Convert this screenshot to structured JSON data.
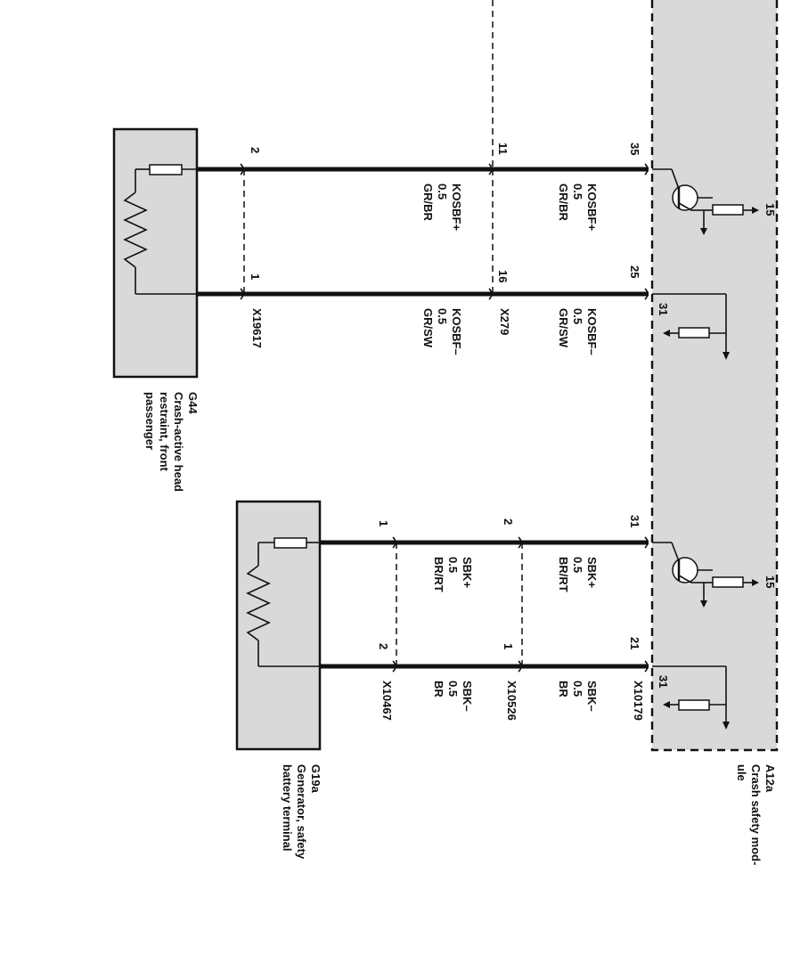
{
  "colors": {
    "module_fill": "#d9d9d9",
    "line": "#111111"
  },
  "module_a12a": {
    "id": "A12a",
    "name_line1": "Crash safety mod-",
    "name_line2": "ule"
  },
  "component_g44": {
    "id": "G44",
    "name_line1": "Crash-active head",
    "name_line2": "restraint, front",
    "name_line3": "passenger",
    "icon": "resistor-heater-icon"
  },
  "component_g19a": {
    "id": "G19a",
    "name_line1": "Generator, safety",
    "name_line2": "battery terminal",
    "icon": "resistor-heater-icon"
  },
  "circuit_top": {
    "module_pins": {
      "plus": "35",
      "minus": "25"
    },
    "module_supply": {
      "plus": "15",
      "minus": "31"
    },
    "mid_connector": {
      "id": "X279",
      "pin_plus": "11",
      "pin_minus": "16"
    },
    "end_connector": {
      "id": "X19617",
      "pin_plus": "2",
      "pin_minus": "1"
    },
    "wire_seg1_plus": {
      "name": "KOSBF+",
      "size": "0.5",
      "color": "GR/BR"
    },
    "wire_seg1_minus": {
      "name": "KOSBF–",
      "size": "0.5",
      "color": "GR/SW"
    },
    "wire_seg2_plus": {
      "name": "KOSBF+",
      "size": "0.5",
      "color": "GR/BR"
    },
    "wire_seg2_minus": {
      "name": "KOSBF–",
      "size": "0.5",
      "color": "GR/SW"
    }
  },
  "circuit_bottom": {
    "module_connector": "X10179",
    "module_pins": {
      "plus": "31",
      "minus": "21"
    },
    "module_supply": {
      "plus": "15",
      "minus": "31"
    },
    "mid_connector": {
      "id": "X10526",
      "pin_plus": "2",
      "pin_minus": "1"
    },
    "end_connector": {
      "id": "X10467",
      "pin_plus": "1",
      "pin_minus": "2"
    },
    "wire_seg1_plus": {
      "name": "SBK+",
      "size": "0.5",
      "color": "BR/RT"
    },
    "wire_seg1_minus": {
      "name": "SBK–",
      "size": "0.5",
      "color": "BR"
    },
    "wire_seg2_plus": {
      "name": "SBK+",
      "size": "0.5",
      "color": "BR/RT"
    },
    "wire_seg2_minus": {
      "name": "SBK–",
      "size": "0.5",
      "color": "BR"
    }
  }
}
